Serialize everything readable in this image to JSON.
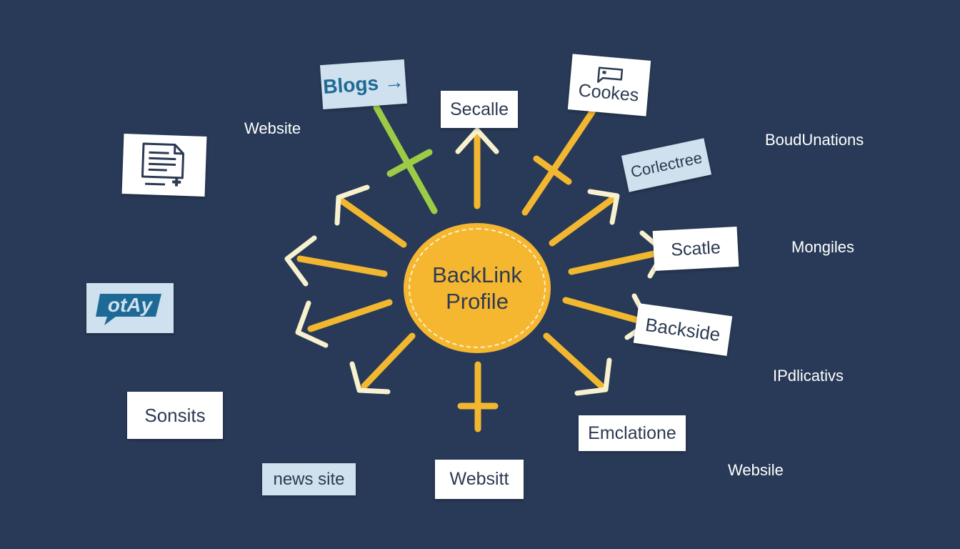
{
  "hub": {
    "title": "BackLink Profile"
  },
  "colors": {
    "background": "#283a57",
    "hub": "#f5b730",
    "arrow_yellow": "#f2b730",
    "arrow_green": "#9ccc45",
    "arrow_head_light": "#f8f1cf",
    "card_white": "#ffffff",
    "card_blue": "#cfe0ee",
    "card_text": "#2c3a52",
    "blue_accent": "#1e6a96"
  },
  "cards": {
    "blogs": "Blogs →",
    "secalle": "Secalle",
    "cookies": "Cookes",
    "corlectree": "Corlectree",
    "scatle": "Scatle",
    "backside": "Backside",
    "emclatione": "Emclatione",
    "websitt": "Websitt",
    "news_site": "news site",
    "sonsits": "Sonsits",
    "otay": "otAy"
  },
  "labels": {
    "website_top": "Website",
    "boudunations": "BoudUnations",
    "mongiles": "Mongiles",
    "ipdlicativs": "IPdlicativs",
    "websile": "Websile"
  },
  "icons": [
    "document-icon",
    "chat-bubble-icon"
  ]
}
